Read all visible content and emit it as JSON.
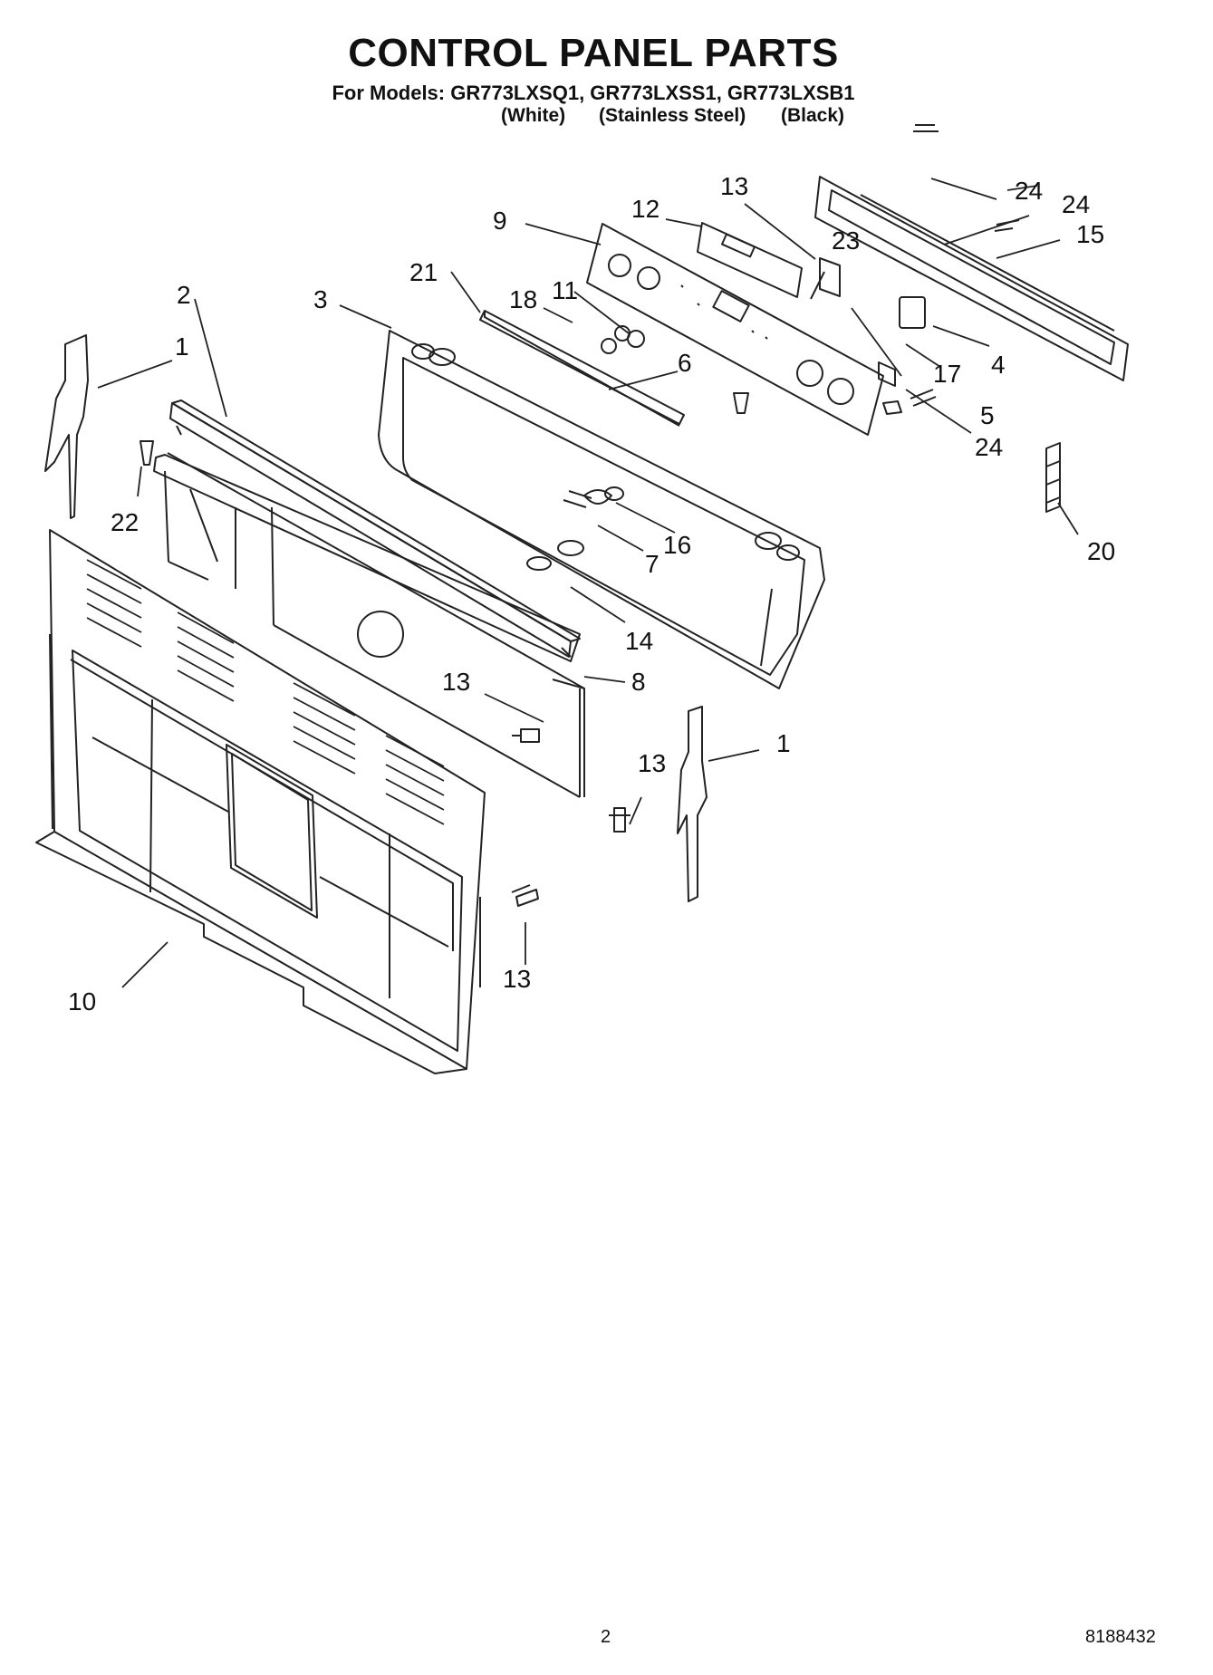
{
  "header": {
    "title": "CONTROL PANEL PARTS",
    "models_line": "For Models: GR773LXSQ1, GR773LXSS1, GR773LXSB1",
    "colors": [
      "(White)",
      "(Stainless Steel)",
      "(Black)"
    ]
  },
  "callouts": [
    "1",
    "1",
    "2",
    "3",
    "4",
    "5",
    "6",
    "7",
    "8",
    "9",
    "10",
    "11",
    "12",
    "13",
    "13",
    "13",
    "13",
    "14",
    "15",
    "16",
    "17",
    "18",
    "20",
    "21",
    "22",
    "23",
    "24",
    "24",
    "24"
  ],
  "footer": {
    "page_number": "2",
    "document_number": "8188432"
  }
}
